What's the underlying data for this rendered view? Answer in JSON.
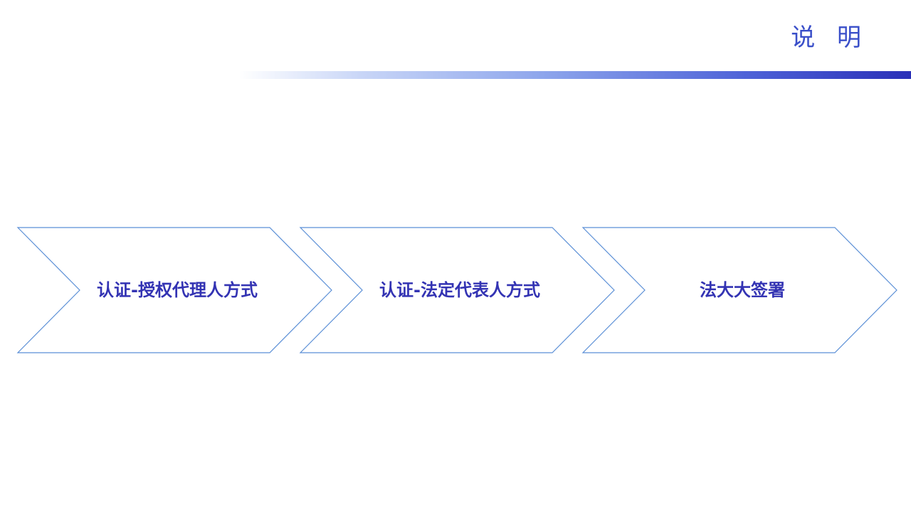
{
  "slide": {
    "title": "说 明"
  },
  "flow": {
    "steps": [
      {
        "label": "认证-授权代理人方式"
      },
      {
        "label": "认证-法定代表人方式"
      },
      {
        "label": "法大大签署"
      }
    ]
  },
  "colors": {
    "accent": "#3a4fc9",
    "label": "#3333b3",
    "outline": "#5b8fd6",
    "bar_end": "#2a30b8"
  }
}
